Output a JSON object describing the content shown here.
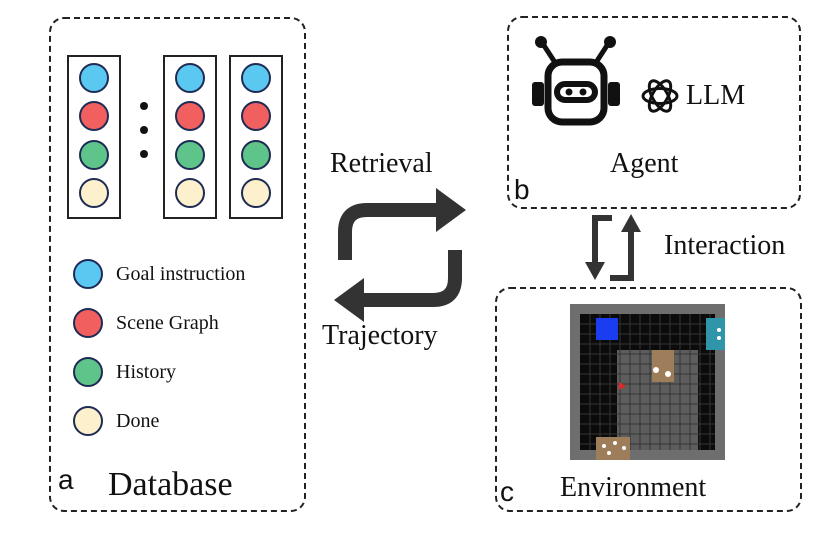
{
  "panel_a": {
    "letter": "a",
    "title": "Database",
    "legend": [
      {
        "label": "Goal instruction",
        "color": "#5bc8f2"
      },
      {
        "label": "Scene Graph",
        "color": "#f25f5f"
      },
      {
        "label": "History",
        "color": "#5ec48a"
      },
      {
        "label": "Done",
        "color": "#fdf0cc"
      }
    ]
  },
  "arrows": {
    "top_label": "Retrieval",
    "bottom_label": "Trajectory"
  },
  "panel_b": {
    "letter": "b",
    "title": "Agent",
    "llm_label": "LLM",
    "icons": [
      "robot-icon",
      "openai-logo-icon"
    ]
  },
  "interaction_label": "Interaction",
  "panel_c": {
    "letter": "c",
    "title": "Environment"
  }
}
